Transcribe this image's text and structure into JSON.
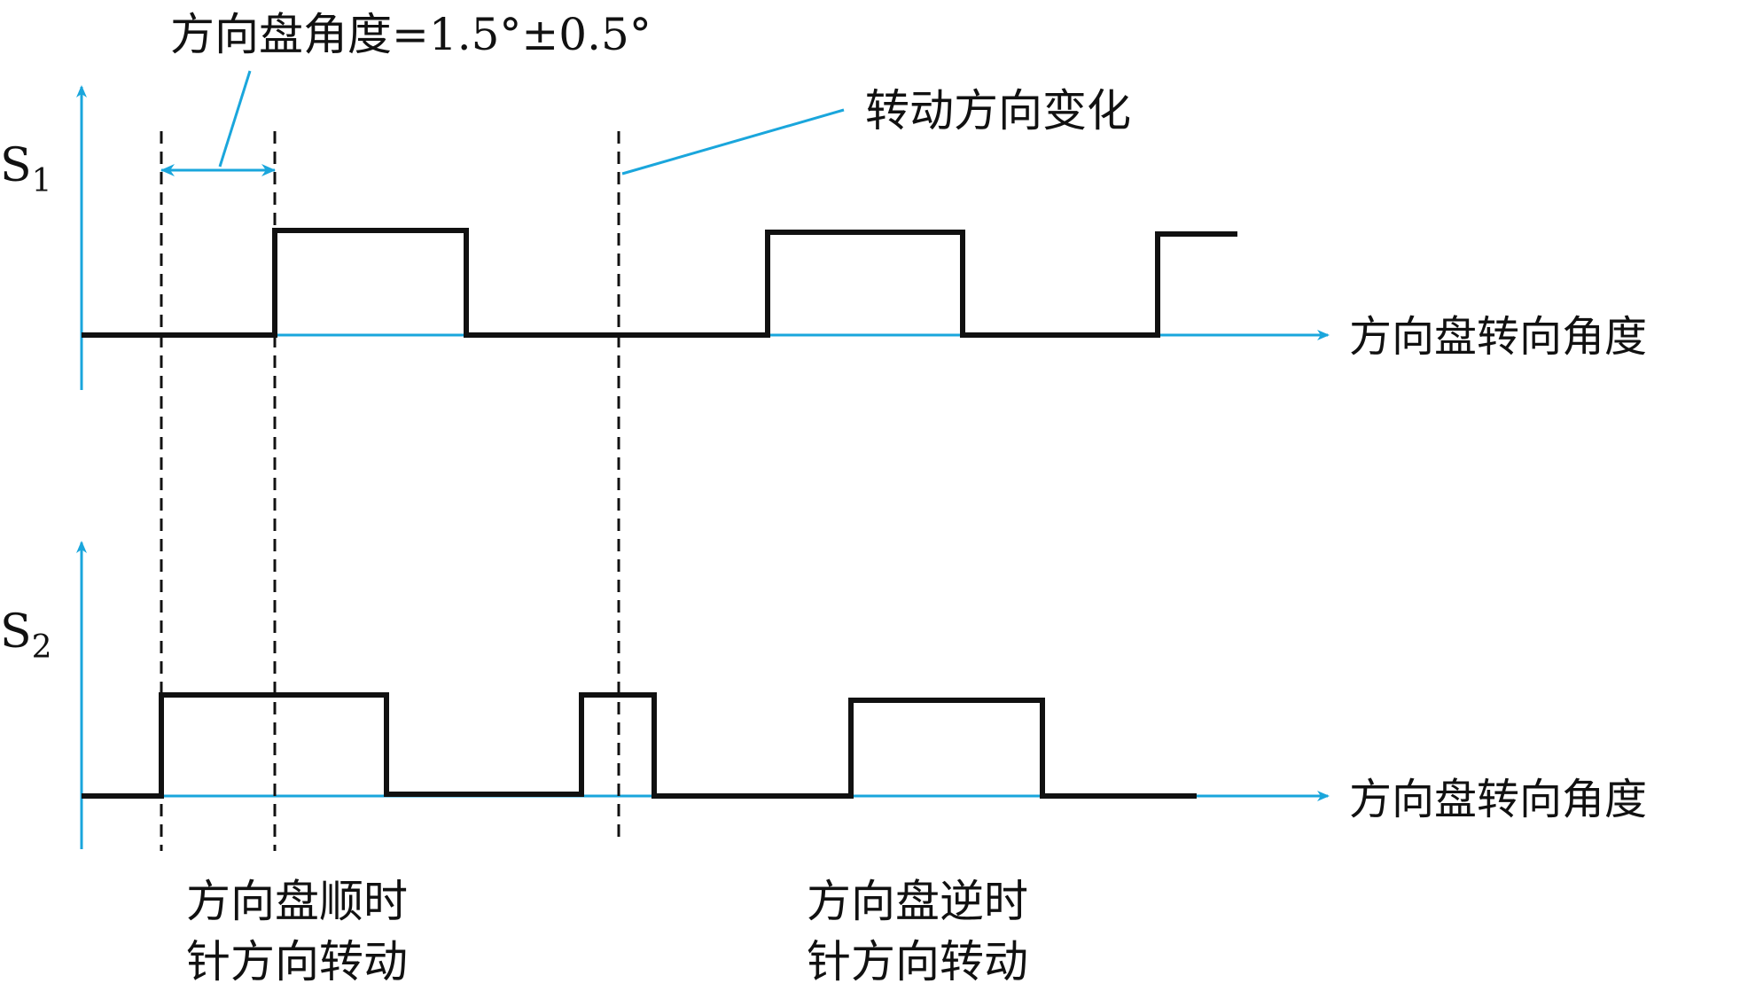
{
  "colors": {
    "axis": "#1aa6dc",
    "signal": "#111111",
    "guide": "#111111",
    "text": "#111111"
  },
  "signals": [
    {
      "id": "s1",
      "name": "S",
      "subscript": "1",
      "axis_label": "方向盘转向角度"
    },
    {
      "id": "s2",
      "name": "S",
      "subscript": "2",
      "axis_label": "方向盘转向角度"
    }
  ],
  "annotations": {
    "angle_label": "方向盘角度=1.5°±0.5°",
    "direction_change_label": "转动方向变化"
  },
  "regions": {
    "clockwise": [
      "方向盘顺时",
      "针方向转动"
    ],
    "counterclockwise": [
      "方向盘逆时",
      "针方向转动"
    ]
  }
}
